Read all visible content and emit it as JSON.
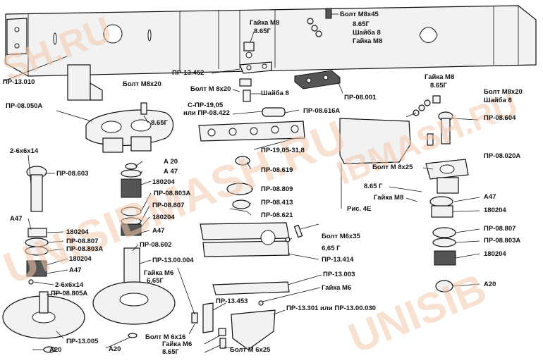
{
  "labels": {
    "pr13010": "ПР-13.010",
    "nutM8_top": "Гайка М8",
    "g865_top": "8.65Г",
    "boltM8x45": "Болт М8х45",
    "g865_right_top": "8.65Г",
    "washer8_top": "Шайба 8",
    "nutM8_right_top": "Гайка М8",
    "pr13452": "ПР-13.452",
    "boltM8x20_a": "Болт М8х20",
    "boltM8x20_b": "Болт М 8х20",
    "washer8_mid": "Шайба 8",
    "pr08001": "ПР-08.001",
    "pr08050a": "ПР-08.050А",
    "g865_left": "8.65Г",
    "cpr1905": "С-ПР-19,05",
    "or_pr08422": "или ПР-08.422",
    "pr08616a": "ПР-08.616А",
    "nutM8_right": "Гайка М8",
    "g865_right": "8.65Г",
    "boltM8x20_right": "Болт М8х20",
    "washer8_right": "Шайба 8",
    "pr08604": "ПР-08.604",
    "pin2x6x14_a": "2-6х6х14",
    "pr08603": "ПР-08.603",
    "a20_mid": "А 20",
    "a47_mid": "А 47",
    "b180204_mid1": "180204",
    "pr08803a_mid": "ПР-08.803А",
    "pr08807_mid": "ПР-08.807",
    "b180204_mid2": "180204",
    "a47_mid2": "А47",
    "pr1905318": "ПР-19,05-31,8",
    "boltM8x25": "Болт М 8х25",
    "pr08020a": "ПР-08.020А",
    "pr08619": "ПР-08.619",
    "pr08809": "ПР-08.809",
    "pr08413": "ПР-08.413",
    "pr08621": "ПР-08.621",
    "g865_r2": "8.65 Г",
    "nutM8_r2": "Гайка М8",
    "fig4e": "Рис. 4Е",
    "a47_right": "А47",
    "b180204_right": "180204",
    "pr08807_right": "ПР-08.807",
    "pr08803a_right": "ПР-08.803А",
    "b180204_right2": "180204",
    "a20_right": "А20",
    "a47_left": "А47",
    "b180204_left": "180204",
    "pr08807_left": "ПР-08.807",
    "pr08803a_left": "ПР-08.803А",
    "b180204_left2": "180204",
    "a47_left2": "А47",
    "pin2x6x14_b": "2-6х6х14",
    "pr08805a": "ПР-08.805А",
    "pr08602": "ПР-08.602",
    "pr1300004": "ПР-13.00.004",
    "nutM6_a": "Гайка М6",
    "g665_a": "6.65Г",
    "boltM6x35": "Болт М6х35",
    "g665_b": "6,65 Г",
    "pr13414": "ПР-13.414",
    "pr13003": "ПР-13.003",
    "nutM6_b": "Гайка М6",
    "pr13453": "ПР-13.453",
    "pr13301": "ПР-13.301 или ПР-13.00.030",
    "pr13005": "ПР-13.005",
    "a20_bottom_left": "А20",
    "a20_bottom_mid": "А20",
    "boltM6x16": "Болт М 6х16",
    "nutM6_c": "Гайка М6",
    "g665_c": "8.65Г",
    "boltM6x25": "Болт М 6х25"
  },
  "watermarks": {
    "wm1": "SH.RU",
    "wm2": "UNISIBMASH.RU",
    "wm3": "IBMASH.RU",
    "wm4": "UNISIB"
  },
  "colors": {
    "watermark": "#f4c9ad",
    "ink": "#111111"
  }
}
